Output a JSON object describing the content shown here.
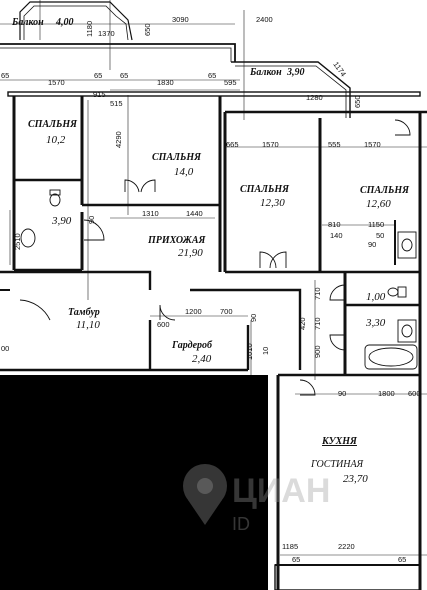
{
  "plan": {
    "balconies": [
      {
        "name": "Балкон",
        "area": "4,00"
      },
      {
        "name": "Балкон",
        "area": "3,90"
      }
    ],
    "rooms": [
      {
        "id": "bedroom_1",
        "name": "СПАЛЬНЯ",
        "area": "10,2"
      },
      {
        "id": "bedroom_2",
        "name": "СПАЛЬНЯ",
        "area": "14,0"
      },
      {
        "id": "bedroom_3",
        "name": "СПАЛЬНЯ",
        "area": "12,30"
      },
      {
        "id": "bedroom_4",
        "name": "СПАЛЬНЯ",
        "area": "12,60"
      },
      {
        "id": "hall",
        "name": "ПРИХОЖАЯ",
        "area": "21,90"
      },
      {
        "id": "vestibule",
        "name": "Тамбур",
        "area": "11,10"
      },
      {
        "id": "wardrobe",
        "name": "Гардероб",
        "area": "2,40"
      },
      {
        "id": "kitchen_living",
        "name": "КУХНЯ",
        "name2": "ГОСТИНАЯ",
        "area": "23,70"
      },
      {
        "id": "bath_1",
        "area": "3,90"
      },
      {
        "id": "wc",
        "area": "1,00"
      },
      {
        "id": "bath_2",
        "area": "3,30"
      }
    ],
    "dimensions": {
      "d1180": "1180",
      "d1370": "1370",
      "d3090": "3090",
      "d2400": "2400",
      "d650a": "650",
      "d1174": "1174",
      "d650b": "650",
      "d1280": "1280",
      "d1570a": "1570",
      "d65a": "65",
      "d65b": "65",
      "d1830": "1830",
      "d65c": "65",
      "d595": "595",
      "d65d": "65",
      "d915": "915",
      "d515": "515",
      "d4290": "4290",
      "d665": "665",
      "d1570b": "1570",
      "d555": "555",
      "d1570c": "1570",
      "d1310": "1310",
      "d1440": "1440",
      "d90a": "90",
      "d2510": "2510",
      "d810": "810",
      "d1150": "1150",
      "d140": "140",
      "d50": "50",
      "d90b": "90",
      "d710a": "710",
      "d1200": "1200",
      "d700": "700",
      "d600a": "600",
      "d90c": "90",
      "d420": "420",
      "d710b": "710",
      "d1010": "1010",
      "d900": "900",
      "d10a": "10",
      "d90d": "90",
      "d1800": "1800",
      "d600b": "600",
      "d1185": "1185",
      "d2220": "2220",
      "d65e": "65",
      "d65f": "65",
      "d00": "00"
    },
    "watermark": {
      "brand": "ЦИАН",
      "sub": "ID"
    }
  }
}
